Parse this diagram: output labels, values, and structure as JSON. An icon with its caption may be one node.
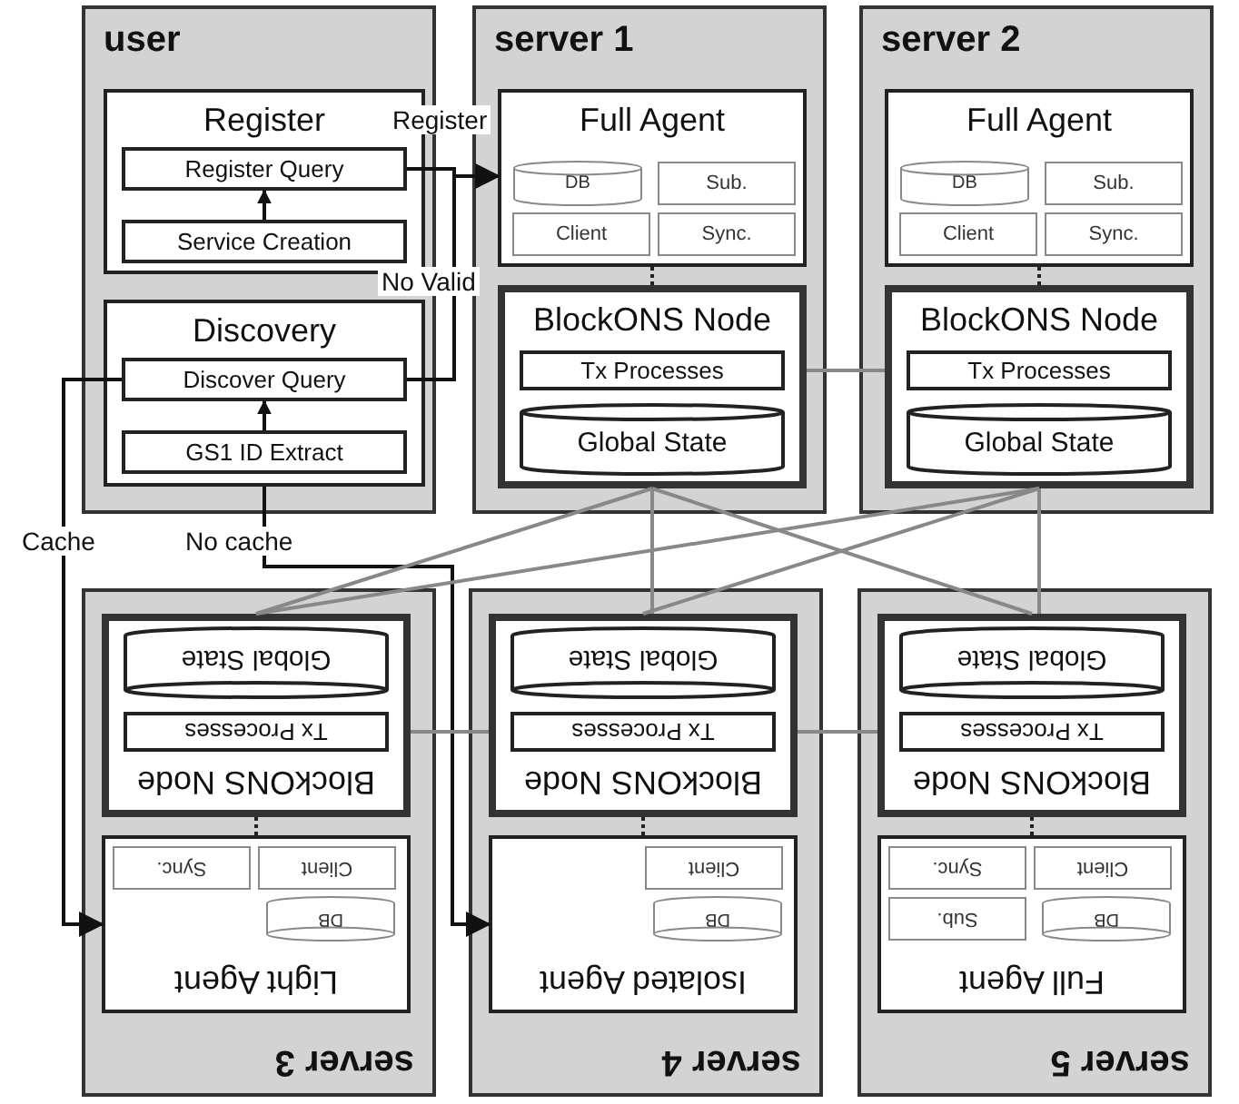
{
  "diagram": {
    "nodes": [
      {
        "text": [
          "user"
        ]
      },
      {
        "text": [
          "Register"
        ],
        "in": 0
      },
      {
        "text": [
          "Register Query"
        ],
        "in": 1
      },
      {
        "text": [
          "Service Creation"
        ],
        "in": 1
      },
      {
        "text": [
          "Discovery"
        ],
        "in": 0
      },
      {
        "text": [
          "Discover Query"
        ],
        "in": 4
      },
      {
        "text": [
          "GS1 ID Extract"
        ],
        "in": 4
      },
      {
        "text": [
          "server 1"
        ]
      },
      {
        "text": [
          "Full Agent"
        ],
        "in": 7
      },
      {
        "text": [
          "DB"
        ],
        "in": 8
      },
      {
        "text": [
          "Sub."
        ],
        "in": 8
      },
      {
        "text": [
          "Client"
        ],
        "in": 8
      },
      {
        "text": [
          "Sync."
        ],
        "in": 8
      },
      {
        "text": [
          "BlockONS Node"
        ],
        "in": 7
      },
      {
        "text": [
          "Tx Processes"
        ],
        "in": 13
      },
      {
        "text": [
          "Global State"
        ],
        "in": 13
      },
      {
        "text": [
          "server 2"
        ]
      },
      {
        "text": [
          "Full Agent"
        ],
        "in": 16
      },
      {
        "text": [
          "DB"
        ],
        "in": 17
      },
      {
        "text": [
          "Sub."
        ],
        "in": 17
      },
      {
        "text": [
          "Client"
        ],
        "in": 17
      },
      {
        "text": [
          "Sync."
        ],
        "in": 17
      },
      {
        "text": [
          "BlockONS Node"
        ],
        "in": 16
      },
      {
        "text": [
          "Tx Processes"
        ],
        "in": 22
      },
      {
        "text": [
          "Global State"
        ],
        "in": 22
      },
      {
        "text": [
          "server 3"
        ]
      },
      {
        "text": [
          "Light Agent"
        ],
        "in": 25
      },
      {
        "text": [
          "DB"
        ],
        "in": 26
      },
      {
        "text": [
          "Client"
        ],
        "in": 26
      },
      {
        "text": [
          "Sync."
        ],
        "in": 26
      },
      {
        "text": [
          "BlockONS Node"
        ],
        "in": 25
      },
      {
        "text": [
          "Tx Processes"
        ],
        "in": 30
      },
      {
        "text": [
          "Global State"
        ],
        "in": 30
      },
      {
        "text": [
          "server 4"
        ]
      },
      {
        "text": [
          "Isolated Agent"
        ],
        "in": 33
      },
      {
        "text": [
          "DB"
        ],
        "in": 34
      },
      {
        "text": [
          "Client"
        ],
        "in": 34
      },
      {
        "text": [
          "BlockONS Node"
        ],
        "in": 33
      },
      {
        "text": [
          "Tx Processes"
        ],
        "in": 37
      },
      {
        "text": [
          "Global State"
        ],
        "in": 37
      },
      {
        "text": [
          "server 5"
        ]
      },
      {
        "text": [
          "Full Agent"
        ],
        "in": 40
      },
      {
        "text": [
          "DB"
        ],
        "in": 41
      },
      {
        "text": [
          "Sub."
        ],
        "in": 41
      },
      {
        "text": [
          "Client"
        ],
        "in": 41
      },
      {
        "text": [
          "Sync."
        ],
        "in": 41
      },
      {
        "text": [
          "BlockONS Node"
        ],
        "in": 40
      },
      {
        "text": [
          "Tx Processes"
        ],
        "in": 46
      },
      {
        "text": [
          "Global State"
        ],
        "in": 46
      }
    ],
    "edges": [
      {
        "from": 3,
        "to": 2,
        "arrow": "to",
        "color": "#111111"
      },
      {
        "from": 6,
        "to": 5,
        "arrow": "to",
        "color": "#111111"
      },
      {
        "from": 2,
        "to": 8,
        "arrow": "to",
        "label": "Register",
        "color": "#111111"
      },
      {
        "from": 5,
        "to": 8,
        "arrow": "to",
        "label": "No Valid",
        "color": "#111111"
      },
      {
        "from": 5,
        "to": 26,
        "arrow": "to",
        "label": "Cache",
        "color": "#111111"
      },
      {
        "from": 4,
        "to": 34,
        "arrow": "to",
        "label": "No cache",
        "color": "#111111"
      },
      {
        "from": 8,
        "to": 13,
        "arrow": "none",
        "style": "dashed",
        "color": "#222222"
      },
      {
        "from": 17,
        "to": 22,
        "arrow": "none",
        "style": "dashed",
        "color": "#222222"
      },
      {
        "from": 26,
        "to": 30,
        "arrow": "none",
        "style": "dashed",
        "color": "#222222"
      },
      {
        "from": 34,
        "to": 37,
        "arrow": "none",
        "style": "dashed",
        "color": "#222222"
      },
      {
        "from": 41,
        "to": 46,
        "arrow": "none",
        "style": "dashed",
        "color": "#222222"
      },
      {
        "from": 13,
        "to": 22,
        "arrow": "none"
      },
      {
        "from": 30,
        "to": 37,
        "arrow": "none"
      },
      {
        "from": 37,
        "to": 46,
        "arrow": "none"
      },
      {
        "from": 13,
        "to": 30,
        "arrow": "none"
      },
      {
        "from": 13,
        "to": 37,
        "arrow": "none"
      },
      {
        "from": 13,
        "to": 46,
        "arrow": "none"
      },
      {
        "from": 22,
        "to": 30,
        "arrow": "none"
      },
      {
        "from": 22,
        "to": 37,
        "arrow": "none"
      },
      {
        "from": 22,
        "to": 46,
        "arrow": "none"
      }
    ]
  }
}
